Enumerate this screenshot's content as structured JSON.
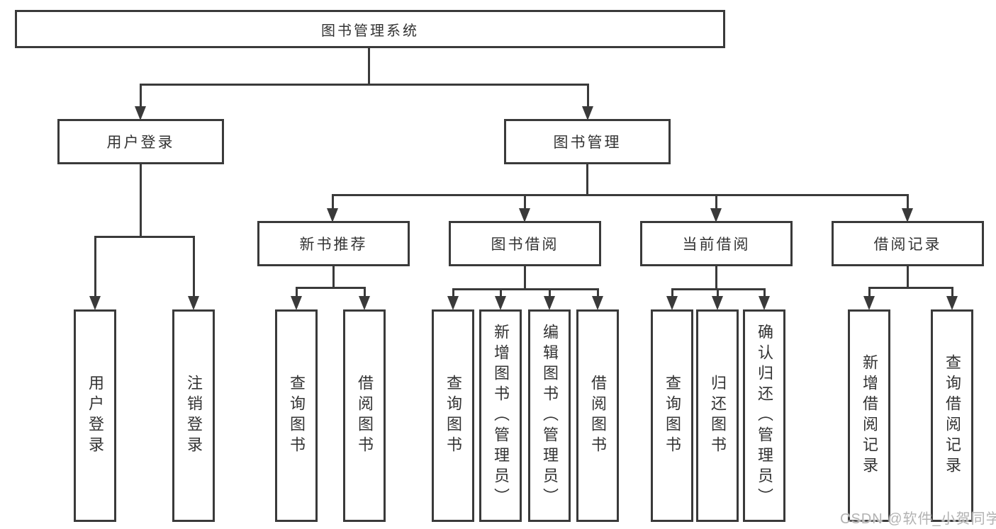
{
  "page": {
    "background": "#ffffff",
    "watermark": "CSDN @软件_小贺同学"
  },
  "colors": {
    "line": "#3a3a3a",
    "box_border": "#3a3a3a",
    "text": "#333333",
    "watermark": "#b2b2b2"
  },
  "tree": {
    "root": "图书管理系统",
    "branches": [
      {
        "label": "用户登录",
        "children": [
          "用户登录",
          "注销登录"
        ]
      },
      {
        "label": "图书管理",
        "modules": [
          {
            "label": "新书推荐",
            "children": [
              "查询图书",
              "借阅图书"
            ]
          },
          {
            "label": "图书借阅",
            "children": [
              "查询图书",
              "新增图书（管理员）",
              "编辑图书（管理员）",
              "借阅图书"
            ]
          },
          {
            "label": "当前借阅",
            "children": [
              "查询图书",
              "归还图书",
              "确认归还（管理员）"
            ]
          },
          {
            "label": "借阅记录",
            "children": [
              "新增借阅记录",
              "查询借阅记录"
            ]
          }
        ]
      }
    ]
  }
}
